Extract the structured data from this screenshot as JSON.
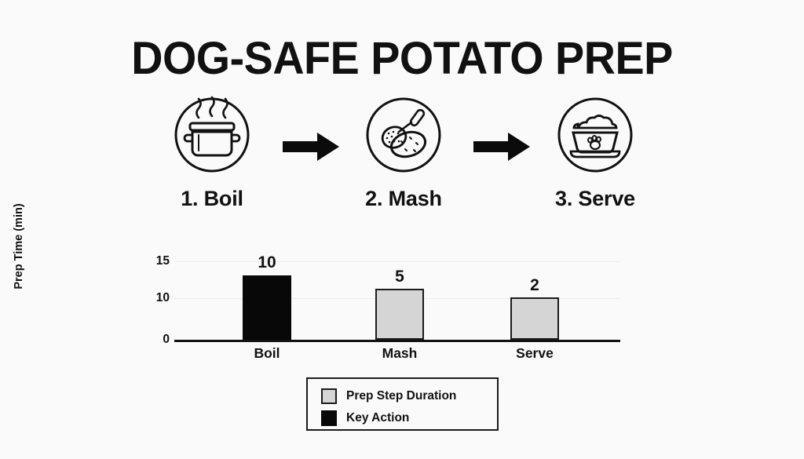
{
  "title": "DOG-SAFE POTATO PREP",
  "theme": {
    "background": "#fafafa",
    "ink": "#111111",
    "bar_gray": "#d5d5d5",
    "bar_black": "#080808",
    "gridline": "#ececec"
  },
  "steps": [
    {
      "label": "1. Boil",
      "icon": "steaming-pot-icon"
    },
    {
      "label": "2. Mash",
      "icon": "potato-masher-icon"
    },
    {
      "label": "3. Serve",
      "icon": "dog-food-bowl-icon"
    }
  ],
  "arrows": [
    {
      "icon": "arrow-right-icon"
    },
    {
      "icon": "arrow-right-icon"
    }
  ],
  "chart_data": {
    "type": "bar",
    "title": "",
    "xlabel": "",
    "ylabel": "Prep Time (min)",
    "categories": [
      "Boil",
      "Mash",
      "Serve"
    ],
    "values": [
      10,
      5,
      2
    ],
    "data_labels": [
      "10",
      "5",
      "2"
    ],
    "bar_colors": [
      "#080808",
      "#d5d5d5",
      "#d5d5d5"
    ],
    "bar_drawn_heights": [
      13,
      11.4,
      10
    ],
    "ytick_labels": [
      "15",
      "10",
      "0"
    ],
    "ytick_values": [
      15,
      10,
      0
    ],
    "ylim": [
      0,
      16
    ],
    "grid": true,
    "gridlines_at": [
      15,
      10
    ],
    "legend_position": "bottom",
    "legend": [
      {
        "label": "Prep Step Duration",
        "color": "#d5d5d5"
      },
      {
        "label": "Key Action",
        "color": "#080808"
      }
    ]
  }
}
